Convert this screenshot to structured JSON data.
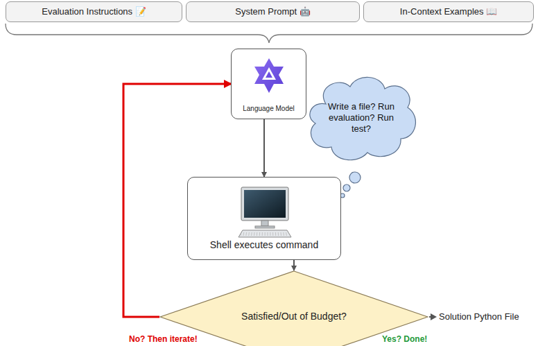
{
  "diagram": {
    "nodes": [
      {
        "text": [
          "Evaluation Instructions 📝"
        ]
      },
      {
        "text": [
          "System Prompt 🤖"
        ]
      },
      {
        "text": [
          "In-Context Examples 📖"
        ]
      },
      {
        "text": [
          "Language Model"
        ]
      },
      {
        "text": [
          "Shell executes command"
        ]
      },
      {
        "text": [
          "Write a file? Run evaluation? Run test?"
        ]
      },
      {
        "text": [
          "Satisfied/Out of Budget?"
        ]
      }
    ],
    "edges": [
      {
        "from": 3,
        "to": 4,
        "arrow": "to"
      },
      {
        "from": 4,
        "to": 6,
        "arrow": "to"
      },
      {
        "from": 6,
        "to": 3,
        "label": "No? Then iterate!",
        "arrow": "to"
      }
    ],
    "labels": [
      "Solution Python File",
      "Yes? Done!"
    ]
  }
}
